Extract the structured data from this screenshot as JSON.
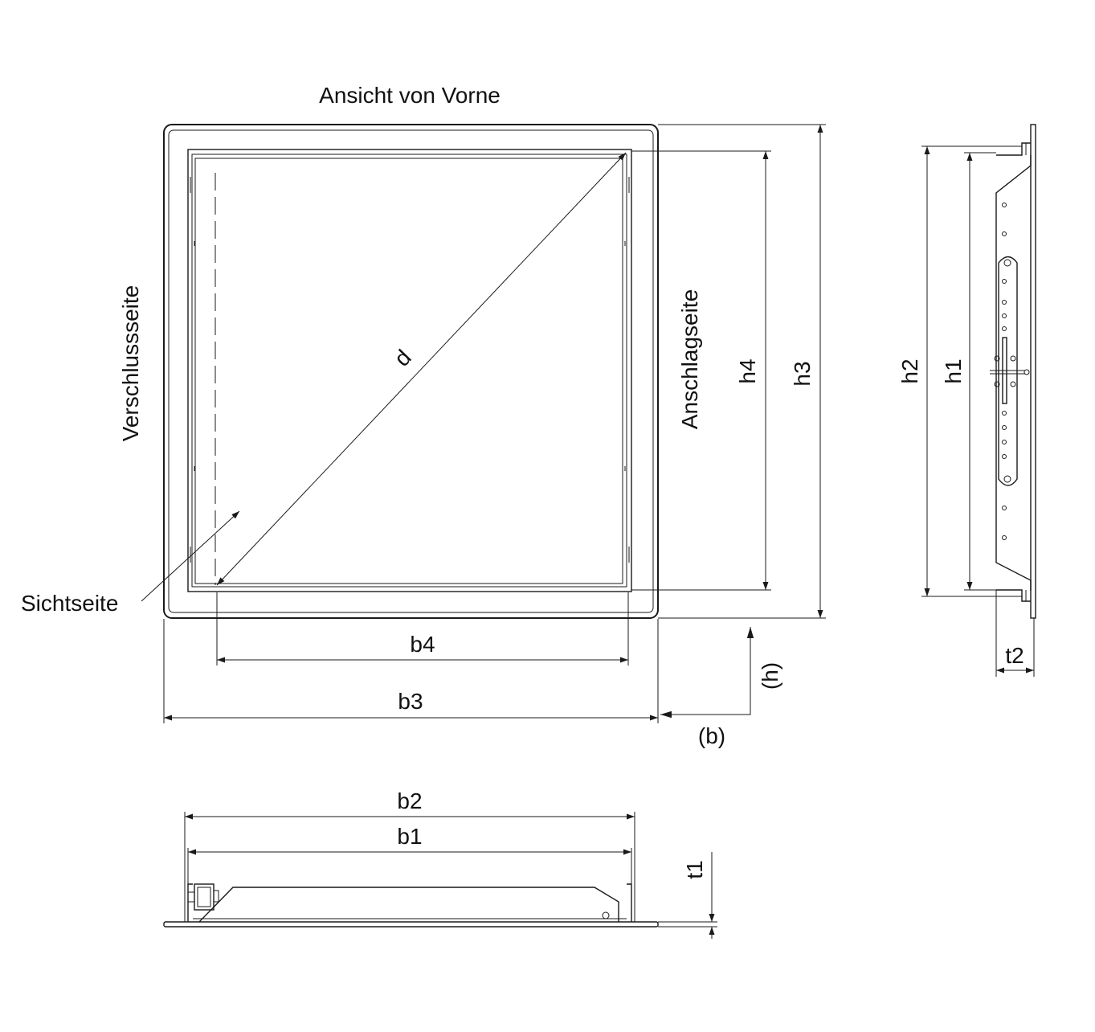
{
  "title": "Ansicht von Vorne",
  "labels": {
    "closing_side": "Verschlussseite",
    "hinge_side": "Anschlagseite",
    "visible_side": "Sichtseite",
    "diagonal": "d",
    "b1": "b1",
    "b2": "b2",
    "b3": "b3",
    "b4": "b4",
    "h1": "h1",
    "h2": "h2",
    "h3": "h3",
    "h4": "h4",
    "t1": "t1",
    "t2": "t2",
    "b_dir": "(b)",
    "h_dir": "(h)"
  }
}
